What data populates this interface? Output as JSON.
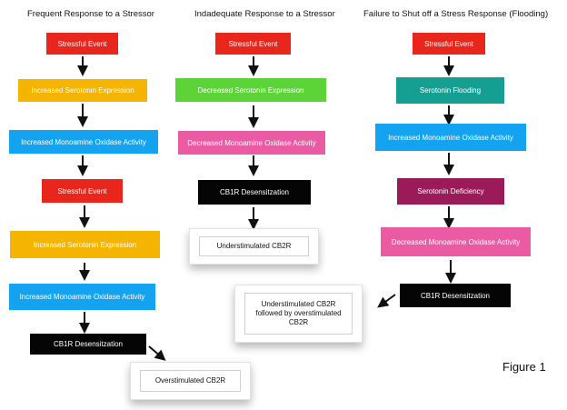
{
  "figure_label": "Figure 1",
  "columns": [
    {
      "title": "Frequent Response to a Stressor",
      "steps": [
        {
          "label": "Stressful Event",
          "color": "#e8261b"
        },
        {
          "label": "Increased Serotonin Expression",
          "color": "#f5b400"
        },
        {
          "label": "Increased Monoamine Oxidase Activity",
          "color": "#14a3f0"
        },
        {
          "label": "Stressful Event",
          "color": "#e8261b"
        },
        {
          "label": "Increased Serotonin Expression",
          "color": "#f5b400"
        },
        {
          "label": "Increased Monoamine Oxidase Activity",
          "color": "#14a3f0"
        },
        {
          "label": "CB1R Desensitzation",
          "color": "#050505"
        }
      ],
      "outcome": "Overstimulated CB2R"
    },
    {
      "title": "Indadequate Response to a Stressor",
      "steps": [
        {
          "label": "Stressful Event",
          "color": "#e8261b"
        },
        {
          "label": "Decreased Serotonin Expression",
          "color": "#5cd437"
        },
        {
          "label": "Decreased Monoamine Oxidase Activity",
          "color": "#ea5ba4"
        },
        {
          "label": "CB1R Desensitzation",
          "color": "#050505"
        }
      ],
      "outcome": "Understimulated CB2R"
    },
    {
      "title": "Failure to Shut off a Stress  Response (Flooding)",
      "steps": [
        {
          "label": "Stressful Event",
          "color": "#e8261b"
        },
        {
          "label": "Serotonin Flooding",
          "color": "#159f93"
        },
        {
          "label": "Increased Monoamine Oxidase Activity",
          "color": "#14a3f0"
        },
        {
          "label": "Serotonin Deficiency",
          "color": "#9b1a58"
        },
        {
          "label": "Decreased Monoamine Oxidase Activity",
          "color": "#ea5ba4"
        },
        {
          "label": "CB1R Desensitzation",
          "color": "#050505"
        }
      ],
      "outcome": "Understimulated CB2R followed by overstimulated CB2R"
    }
  ]
}
